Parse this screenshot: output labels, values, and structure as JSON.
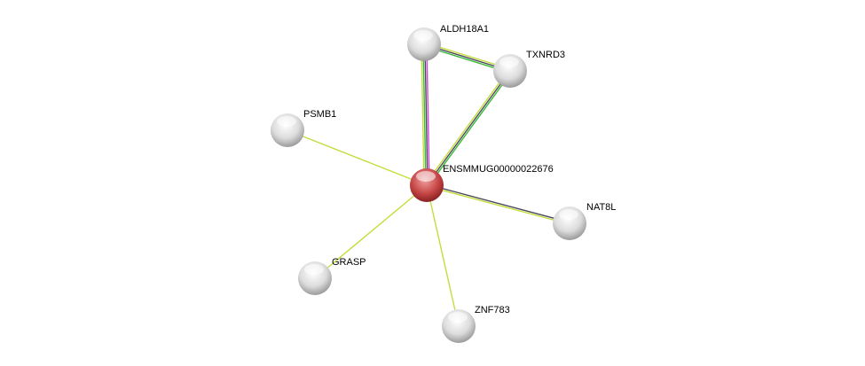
{
  "network": {
    "nodes": [
      {
        "id": "center",
        "label": "ENSMMUG00000022676",
        "query": true
      },
      {
        "id": "aldh",
        "label": "ALDH18A1",
        "query": false
      },
      {
        "id": "txnrd",
        "label": "TXNRD3",
        "query": false
      },
      {
        "id": "psmb",
        "label": "PSMB1",
        "query": false
      },
      {
        "id": "nat",
        "label": "NAT8L",
        "query": false
      },
      {
        "id": "grasp",
        "label": "GRASP",
        "query": false
      },
      {
        "id": "znf",
        "label": "ZNF783",
        "query": false
      }
    ],
    "edges": [
      {
        "from": "center",
        "to": "aldh",
        "evidence": [
          "textmining",
          "coexpression",
          "homology",
          "experiments"
        ]
      },
      {
        "from": "aldh",
        "to": "txnrd",
        "evidence": [
          "textmining",
          "homology",
          "coexpression"
        ]
      },
      {
        "from": "center",
        "to": "txnrd",
        "evidence": [
          "textmining",
          "homology",
          "coexpression"
        ]
      },
      {
        "from": "center",
        "to": "psmb",
        "evidence": [
          "textmining"
        ]
      },
      {
        "from": "center",
        "to": "nat",
        "evidence": [
          "homology",
          "textmining"
        ]
      },
      {
        "from": "center",
        "to": "grasp",
        "evidence": [
          "textmining"
        ]
      },
      {
        "from": "center",
        "to": "znf",
        "evidence": [
          "textmining"
        ]
      }
    ],
    "evidence_colors": {
      "textmining": "#c6dc3c",
      "coexpression": "#3ab93a",
      "homology": "#4a4a5a",
      "experiments": "#d642d6"
    },
    "colors": {
      "query_node": "#c94a4a",
      "node": "#d8d8d8"
    }
  }
}
